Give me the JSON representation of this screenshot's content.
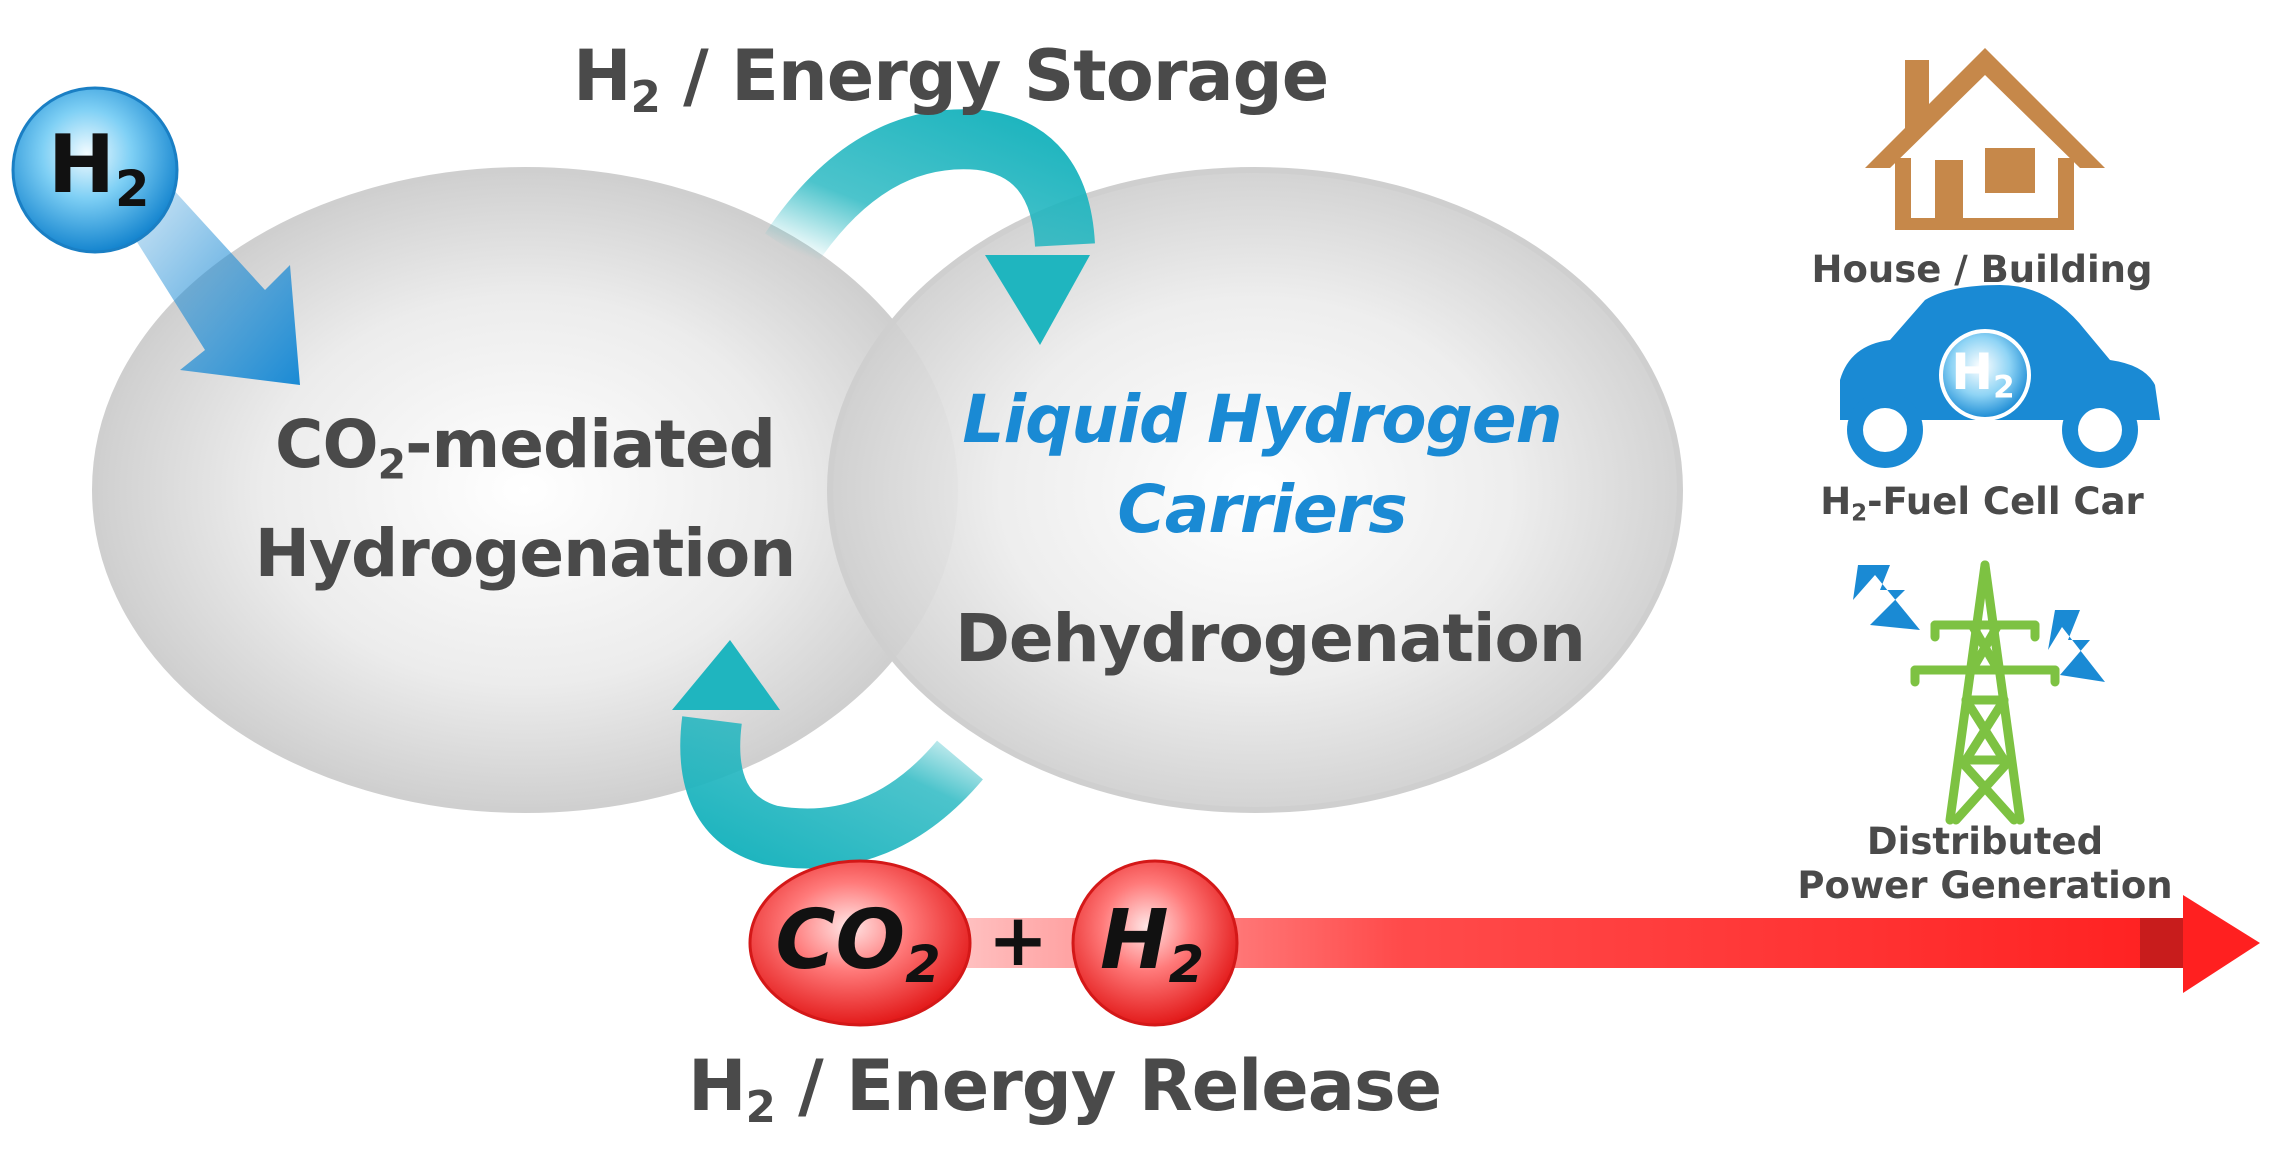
{
  "diagram": {
    "top_label": {
      "prefix": "H",
      "sub": "2",
      "suffix": " / Energy Storage"
    },
    "bottom_label": {
      "prefix": "H",
      "sub": "2",
      "suffix": " / Energy Release"
    },
    "h2_input": {
      "text": "H",
      "sub": "2"
    },
    "left_ellipse": {
      "line1_prefix": "CO",
      "line1_sub": "2",
      "line1_suffix": "-mediated",
      "line2": "Hydrogenation"
    },
    "right_ellipse": {
      "title_line1": "Liquid Hydrogen",
      "title_line2": "Carriers",
      "process": "Dehydrogenation"
    },
    "release": {
      "co2_text": "CO",
      "co2_sub": "2",
      "plus": "+",
      "h2_text": "H",
      "h2_sub": "2"
    },
    "applications": [
      {
        "name": "house",
        "label": "House / Building",
        "icon": "house-icon"
      },
      {
        "name": "car",
        "label_prefix": "H",
        "label_sub": "2",
        "label_suffix": "-Fuel Cell Car",
        "badge_text": "H",
        "badge_sub": "2",
        "icon": "car-icon"
      },
      {
        "name": "power",
        "label_line1": "Distributed",
        "label_line2": "Power Generation",
        "icon": "power-tower-icon"
      }
    ]
  },
  "colors": {
    "ellipse_gray": "#d2d2d2",
    "blue_accent": "#1a8ad4",
    "teal_arrow": "#1fb5bf",
    "red_arrow": "#ff2b2b",
    "house_brown": "#c6884a",
    "car_blue": "#1a8ad4",
    "tower_green": "#7dc242",
    "bolt_blue": "#1a8ad4",
    "text_gray": "#4a4a4a"
  }
}
